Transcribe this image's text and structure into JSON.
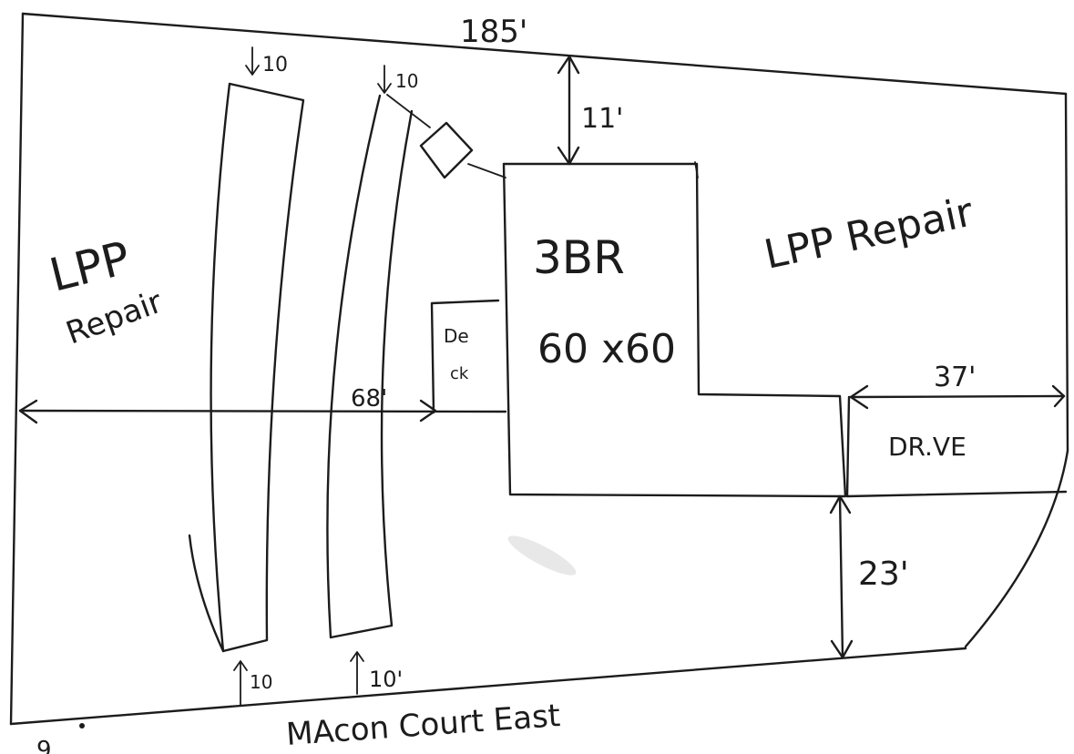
{
  "plan": {
    "property_width": "185'",
    "setback_top": "11'",
    "house_type": "3BR",
    "house_size": "60 x60",
    "deck_label_line1": "De",
    "deck_label_line2": "ck",
    "front_distance": "68'",
    "drive_length": "37'",
    "drive_label": "DR.VE",
    "side_distance": "23'",
    "left_repair_line1": "LPP",
    "left_repair_line2": "Repair",
    "right_repair": "LPP Repair",
    "street_name": "MAcon Court East",
    "bed_width_top_left": "10",
    "bed_width_top_right": "10",
    "bed_width_bottom_left": "10",
    "bed_width_bottom_right": "10'",
    "page_number": "9"
  }
}
